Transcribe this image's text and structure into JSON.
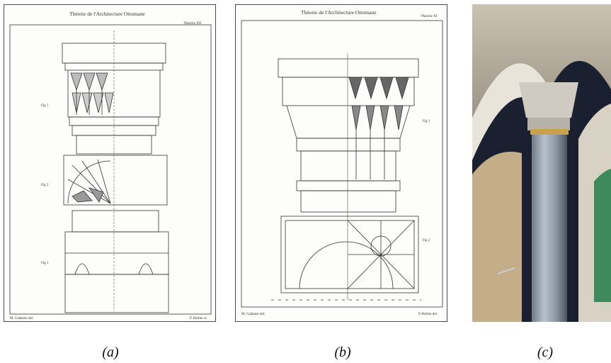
{
  "panels": [
    {
      "id": "a",
      "caption": "(a)",
      "sheet_title": "Théorie de l'Architecture Ottomane",
      "plate_label": "Planche XII",
      "fig_labels": [
        "Fig 1",
        "Fig 2",
        "Fig 3"
      ],
      "footer_left": "M. Gadanne del.",
      "footer_right": "P. Bottier sc."
    },
    {
      "id": "b",
      "caption": "(b)",
      "sheet_title": "Théorie de l'Architecture Ottomane",
      "plate_label": "Planche XI",
      "fig_labels": [
        "Fig 1",
        "Fig 2"
      ],
      "footer_left": "M. Gadanne del.",
      "footer_right": "P. Bottier del."
    },
    {
      "id": "c",
      "caption": "(c)"
    }
  ]
}
